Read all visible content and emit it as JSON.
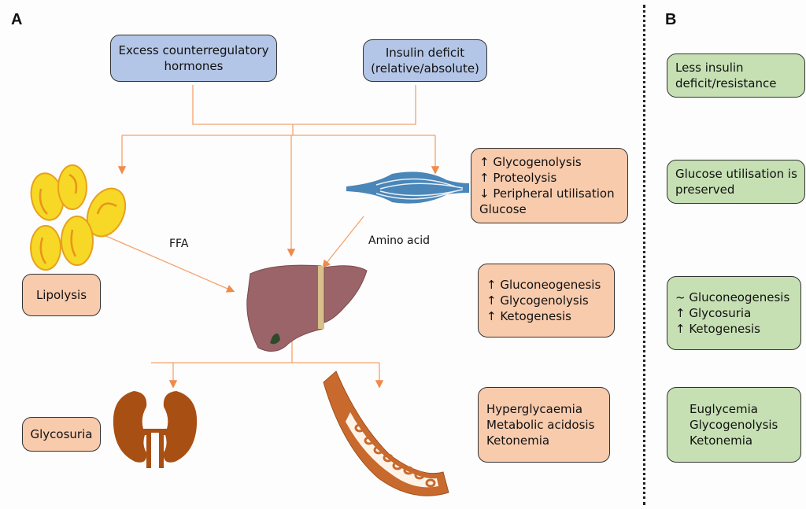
{
  "panels": {
    "a_label": "A",
    "b_label": "B"
  },
  "panel_a": {
    "top_boxes": [
      {
        "line1": "Excess counterregulatory",
        "line2": "hormones"
      },
      {
        "line1": "Insulin deficit",
        "line2": "(relative/absolute)"
      }
    ],
    "muscle_box": [
      "↑ Glycogenolysis",
      "↑ Proteolysis",
      "↓ Peripheral utilisation",
      "Glucose"
    ],
    "liver_box": [
      "↑ Gluconeogenesis",
      "↑ Glycogenolysis",
      "↑ Ketogenesis"
    ],
    "blood_box": [
      "Hyperglycaemia",
      "Metabolic acidosis",
      "Ketonemia"
    ],
    "lipolysis_label": "Lipolysis",
    "glycosuria_label": "Glycosuria",
    "ffa_label": "FFA",
    "amino_acid_label": "Amino acid",
    "images": [
      "adipocytes-icon",
      "muscle-icon",
      "liver-icon",
      "kidney-icon",
      "blood-vessel-icon"
    ]
  },
  "panel_b": {
    "boxes": [
      [
        "Less insulin",
        "deficit/resistance"
      ],
      [
        "Glucose utilisation is",
        "preserved"
      ],
      [
        "~ Gluconeogenesis",
        "↑ Glycosuria",
        "↑ Ketogenesis"
      ],
      [
        "Euglycemia",
        "Glycogenolysis",
        "Ketonemia"
      ]
    ]
  },
  "colors": {
    "arrow": "#f08a4b",
    "blue_box": "#b4c6e7",
    "peach_box": "#f8cbad",
    "green_box": "#c6e0b4"
  }
}
